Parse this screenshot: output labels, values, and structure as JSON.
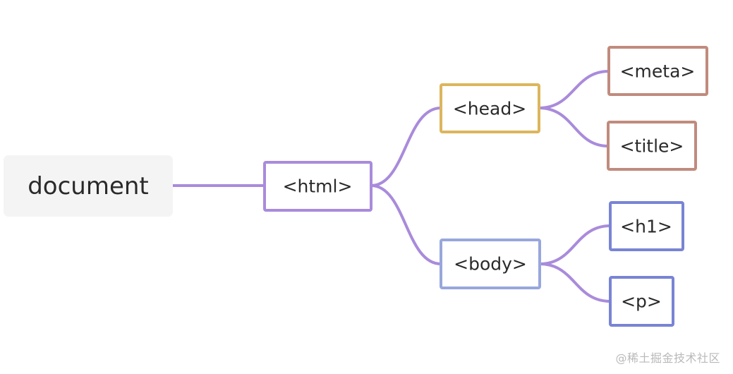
{
  "diagram": {
    "root": "document",
    "nodes": {
      "html": "<html>",
      "head": "<head>",
      "body": "<body>",
      "meta": "<meta>",
      "title": "<title>",
      "h1": "<h1>",
      "p": "<p>"
    }
  },
  "colors": {
    "connector": "#a98bdb",
    "root_fill": "#f4f4f4",
    "html_border": "#a98bdb",
    "head_border": "#dcb65c",
    "body_border": "#98a7dc",
    "meta_title_border": "#c08b7d",
    "h1_p_border": "#7884d4"
  },
  "watermark": "@稀土掘金技术社区"
}
